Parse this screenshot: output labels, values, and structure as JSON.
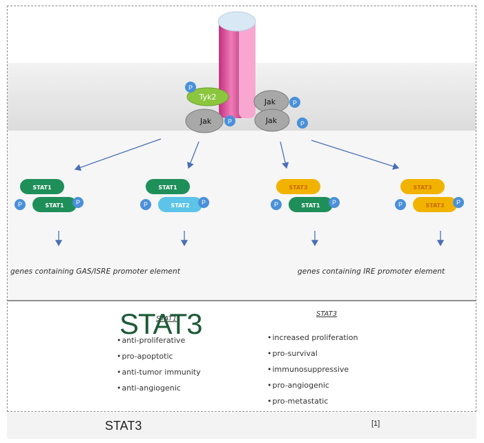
{
  "diagram": {
    "receptor_proteins": [
      "Tyk2",
      "Jak",
      "Jak",
      "Jak"
    ],
    "phospho_label": "P",
    "dimers": [
      {
        "top": "STAT1",
        "bottom": "STAT1"
      },
      {
        "top": "STAT1",
        "bottom": "STAT2"
      },
      {
        "top": "STAT3",
        "bottom": "STAT1"
      },
      {
        "top": "STAT3",
        "bottom": "STAT3"
      }
    ],
    "genes_left": "genes containing GAS/ISRE promoter element",
    "genes_right": "genes containing IRE promoter element",
    "stat1_heading": "STAT1",
    "stat1_effects": [
      "anti-proliferative",
      "pro-apoptotic",
      "anti-tumor immunity",
      "anti-angiogenic"
    ],
    "stat3_heading": "STAT3",
    "stat3_effects": [
      "increased proliferation",
      "pro-survival",
      "immunosuppressive",
      "pro-angiogenic",
      "pro-metastatic"
    ],
    "overlay_title": "STAT3"
  },
  "caption": {
    "text": "STAT3",
    "ref": "[1]"
  },
  "colors": {
    "stat1": "#1f8f5a",
    "stat2": "#5cc4e8",
    "stat3": "#f2b300",
    "tyk2": "#8cc63f",
    "phospho": "#4a90d9",
    "receptor": "#e24c9b",
    "membrane": "#e3e3e3",
    "arrow": "#4a6fb5"
  }
}
